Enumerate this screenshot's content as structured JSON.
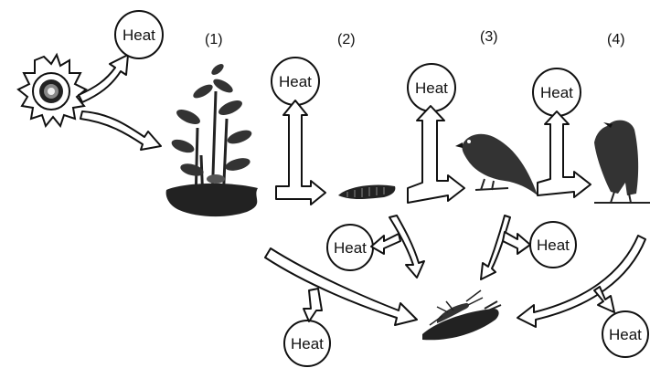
{
  "diagram": {
    "heat_label": "Heat",
    "levels": [
      "(1)",
      "(2)",
      "(3)",
      "(4)"
    ],
    "nodes": {
      "sun": "sun-icon",
      "producer": "plant-icon",
      "primary_consumer": "caterpillar-icon",
      "secondary_consumer": "bird-icon",
      "tertiary_consumer": "hawk-icon",
      "decomposers": "decomposers-icon"
    }
  }
}
